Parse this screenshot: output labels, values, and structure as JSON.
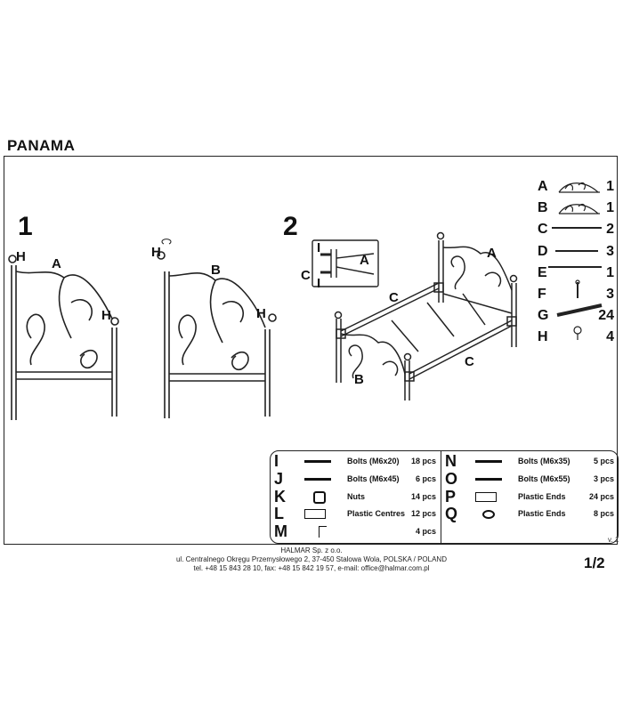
{
  "title": "PANAMA",
  "steps": {
    "step1": "1",
    "step2": "2"
  },
  "step1_labels": {
    "h_left": "H",
    "a": "A",
    "h_right": "H"
  },
  "step1b_labels": {
    "h_left": "H",
    "b": "B",
    "h_right": "H"
  },
  "step2_labels": {
    "a": "A",
    "b": "B",
    "c_top": "C",
    "c_bottom": "C",
    "detail_i_top": "I",
    "detail_c": "C",
    "detail_i_bottom": "I",
    "detail_a": "A"
  },
  "parts": [
    {
      "letter": "A",
      "qty": "1",
      "icon": "headboard-icon"
    },
    {
      "letter": "B",
      "qty": "1",
      "icon": "footboard-icon"
    },
    {
      "letter": "C",
      "qty": "2",
      "icon": "side-rail-icon"
    },
    {
      "letter": "D",
      "qty": "3",
      "icon": "cross-bar-icon"
    },
    {
      "letter": "E",
      "qty": "1",
      "icon": "center-bar-icon"
    },
    {
      "letter": "F",
      "qty": "3",
      "icon": "leg-icon"
    },
    {
      "letter": "G",
      "qty": "24",
      "icon": "slat-icon"
    },
    {
      "letter": "H",
      "qty": "4",
      "icon": "knob-icon"
    }
  ],
  "hardware_left": [
    {
      "letter": "I",
      "name": "Bolts (M6x20)",
      "qty": "18 pcs",
      "icon": "short-bolt-icon"
    },
    {
      "letter": "J",
      "name": "Bolts (M6x45)",
      "qty": "6 pcs",
      "icon": "long-bolt-icon"
    },
    {
      "letter": "K",
      "name": "Nuts",
      "qty": "14 pcs",
      "icon": "nut-icon"
    },
    {
      "letter": "L",
      "name": "Plastic Centres",
      "qty": "12 pcs",
      "icon": "plastic-centre-icon"
    },
    {
      "letter": "M",
      "name": "",
      "qty": "4 pcs",
      "icon": "allen-key-icon"
    }
  ],
  "hardware_right": [
    {
      "letter": "N",
      "name": "Bolts (M6x35)",
      "qty": "5 pcs",
      "icon": "bolt-m6x35-icon"
    },
    {
      "letter": "O",
      "name": "Bolts (M6x55)",
      "qty": "3 pcs",
      "icon": "bolt-m6x55-icon"
    },
    {
      "letter": "P",
      "name": "Plastic Ends",
      "qty": "24 pcs",
      "icon": "plastic-end-icon"
    },
    {
      "letter": "Q",
      "name": "Plastic Ends",
      "qty": "8 pcs",
      "icon": "round-end-icon"
    }
  ],
  "version": "v. 1",
  "footer": {
    "company": "HALMAR Sp. z o.o.",
    "address": "ul. Centralnego Okręgu Przemysłowego 2, 37-450 Stalowa Wola, POLSKA / POLAND",
    "contact": "tel. +48 15 843 28 10, fax: +48 15 842 19 57, e-mail: office@halmar.com.pl"
  },
  "page_number": "1/2"
}
